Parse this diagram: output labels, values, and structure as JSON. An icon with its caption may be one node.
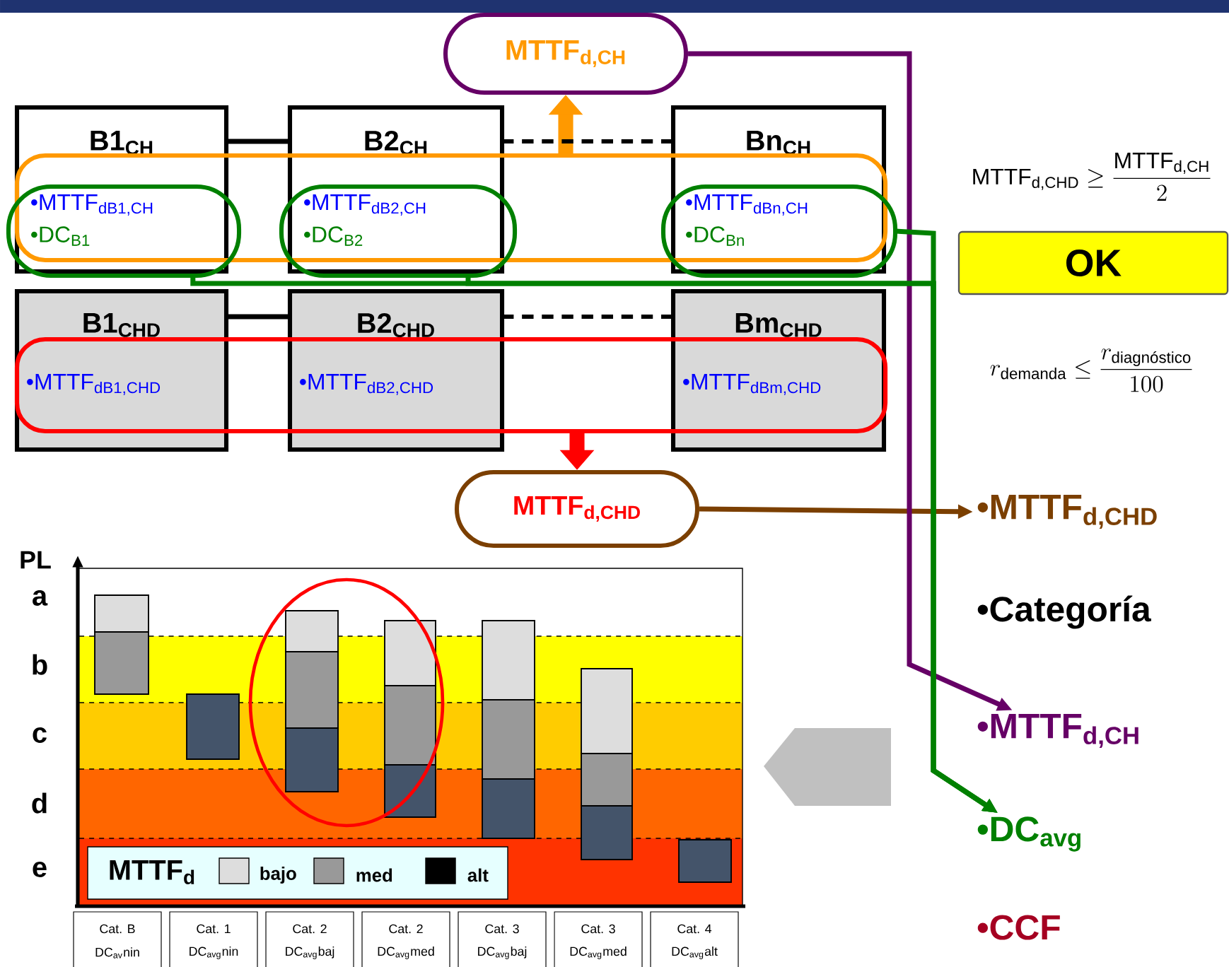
{
  "diagram": {
    "nodes": [
      {
        "text": [
          "MTTF$_{d,CH}$"
        ]
      },
      {
        "text": [
          "B1$_{CH}$"
        ]
      },
      {
        "text": [
          "B2$_{CH}$"
        ]
      },
      {
        "text": [
          "Bn$_{CH}$"
        ]
      },
      {
        "text": [],
        "shape": "box"
      },
      {
        "text": [
          "•MTTF$_{dB1,CH}$",
          "•DC$_{B1}$"
        ]
      },
      {
        "text": [
          "•MTTF$_{dB2,CH}$",
          "•DC$_{B2}$"
        ]
      },
      {
        "text": [
          "•MTTF$_{dBn,CH}$",
          "•DC$_{Bn}$"
        ]
      },
      {
        "text": [
          "B1$_{CHD}$",
          "•MTTF$_{dB1,CHD}$"
        ]
      },
      {
        "text": [
          "B2$_{CHD}$",
          "•MTTF$_{dB2,CHD}$"
        ]
      },
      {
        "text": [
          "Bm$_{CHD}$",
          "•MTTF$_{dBm,CHD}$"
        ]
      },
      {
        "text": [],
        "shape": "box"
      },
      {
        "text": [
          "MTTF$_{d,CHD}$"
        ]
      },
      {
        "text": [
          "•MTTF$_{d,CHD}$"
        ]
      },
      {
        "text": [
          "•MTTF$_{d,CH}$"
        ]
      },
      {
        "text": [
          "•DC$_{avg}$"
        ]
      },
      {
        "text": [
          "OK"
        ]
      }
    ],
    "edges": [
      {
        "from": 4,
        "to": 0,
        "arrow": "to",
        "style": "thick",
        "color": "#ff9900"
      },
      {
        "from": 1,
        "to": 2,
        "arrow": "none"
      },
      {
        "from": 2,
        "to": 3,
        "arrow": "none",
        "style": "dashed"
      },
      {
        "from": 8,
        "to": 9,
        "arrow": "none"
      },
      {
        "from": 9,
        "to": 10,
        "arrow": "none",
        "style": "dashed"
      },
      {
        "from": 11,
        "to": 12,
        "arrow": "to",
        "style": "thick",
        "color": "#ff0000"
      },
      {
        "from": 12,
        "to": 13,
        "arrow": "to",
        "color": "#7b3f00"
      },
      {
        "from": 0,
        "to": 14,
        "arrow": "to",
        "color": "#660066"
      },
      {
        "from": 5,
        "to": 15,
        "arrow": "to",
        "color": "#008000"
      },
      {
        "from": 6,
        "to": 15,
        "arrow": "to",
        "color": "#008000"
      },
      {
        "from": 7,
        "to": 15,
        "arrow": "to",
        "color": "#008000"
      }
    ],
    "labels": [
      "\\text{MTTF}_{\\text{d,CHD}} \\geq \\frac{\\text{MTTF}_{\\text{d,CH}}}{2}",
      "r_{\\text{demanda}} \\leq \\frac{r_{\\text{diagnóstico}}}{100}",
      "•Categoría",
      "•CCF",
      "PL",
      "a",
      "b",
      "c",
      "d",
      "e",
      "MTTF$_{d}$",
      "Cat. B",
      "Cat. 1",
      "Cat. 2",
      "Cat. 2",
      "Cat. 3",
      "Cat. 3",
      "Cat. 4",
      "DC$_{av}$nin",
      "DC$_{avg}$nin",
      "DC$_{avg}$baj",
      "DC$_{avg}$med",
      "DC$_{avg}$baj",
      "DC$_{avg}$med",
      "DC$_{avg}$alt"
    ],
    "legend": [
      {
        "text": "bajo",
        "color": "#dddddd"
      },
      {
        "text": "med",
        "color": "#999999"
      },
      {
        "text": "alt",
        "color": "#000000"
      }
    ]
  }
}
